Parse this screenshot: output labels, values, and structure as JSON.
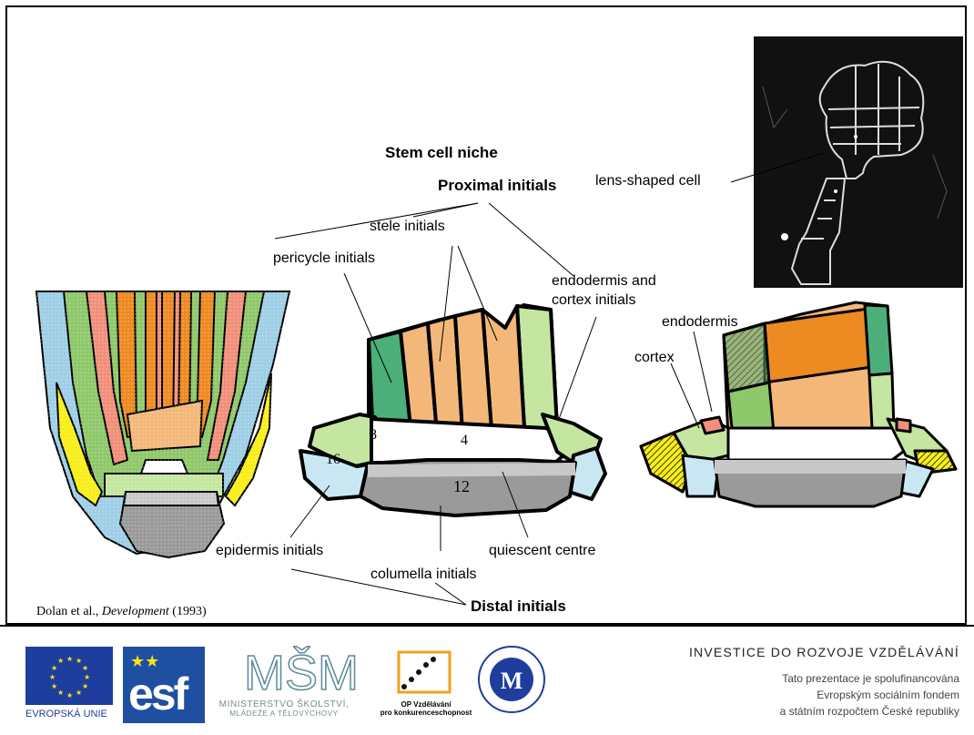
{
  "title": "Stem cell niche",
  "labels": {
    "proximal": "Proximal initials",
    "stele": "stele initials",
    "pericycle": "pericycle initials",
    "endo_cortex_1": "endodermis and",
    "endo_cortex_2": "cortex initials",
    "lens": "lens-shaped cell",
    "endodermis": "endodermis",
    "cortex": "cortex",
    "epidermis": "epidermis initials",
    "columella": "columella initials",
    "quiescent": "quiescent centre",
    "distal": "Distal initials"
  },
  "cell_numbers": {
    "n8": "8",
    "n16": "16",
    "n4": "4",
    "n12": "12"
  },
  "reference": {
    "authors": "Dolan et al., ",
    "journal": "Development",
    "year": " (1993)"
  },
  "footer": {
    "eu": "EVROPSKÁ UNIE",
    "esf": "esf",
    "msmt_1": "MINISTERSTVO ŠKOLSTVÍ,",
    "msmt_2": "MLÁDEŽE A TĚLOVÝCHOVY",
    "op_1": "OP Vzdělávání",
    "op_2": "pro konkurenceschopnost",
    "invest": "INVESTICE DO ROZVOJE VZDĚLÁVÁNÍ",
    "cofin_1": "Tato prezentace je spolufinancována",
    "cofin_2": "Evropským sociálním fondem",
    "cofin_3": "a státním rozpočtem České republiky"
  },
  "colors": {
    "blue": "#9fcfe6",
    "green": "#8fc86a",
    "salmon": "#f0907a",
    "orange": "#ee8a22",
    "tan": "#f3b879",
    "yellow": "#f8ee1a",
    "grey": "#9a9a9a",
    "lightgreen": "#c5e6a0",
    "teal": "#4caf7a",
    "lightblue": "#c9e7f3"
  }
}
